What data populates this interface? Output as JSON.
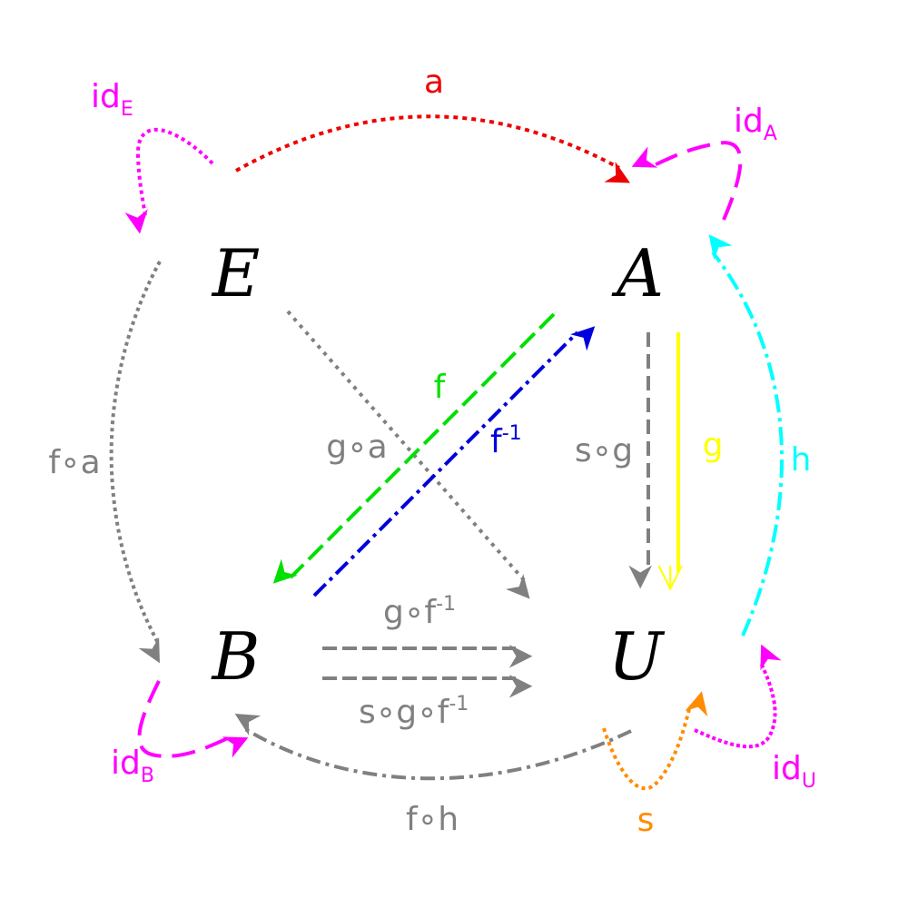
{
  "colors": {
    "gray": "#808080",
    "red": "#ee0000",
    "magenta": "#ff00ff",
    "green": "#00e000",
    "blue": "#0000dd",
    "yellow": "#ffff00",
    "cyan": "#00ffff",
    "orange": "#ff8c00"
  },
  "nodes": {
    "E": "E",
    "A": "A",
    "B": "B",
    "U": "U"
  },
  "labels": {
    "a": "a",
    "id_E": {
      "main": "id",
      "sub": "E"
    },
    "id_A": {
      "main": "id",
      "sub": "A"
    },
    "id_B": {
      "main": "id",
      "sub": "B"
    },
    "id_U": {
      "main": "id",
      "sub": "U"
    },
    "f_comp_a": "f∘a",
    "g_comp_a": "g∘a",
    "f": "f",
    "f_inverse": {
      "main": "f",
      "sup": "-1"
    },
    "s_comp_g": "s∘g",
    "g": "g",
    "h": "h",
    "g_comp_f_inv": {
      "main": "g∘f",
      "sup": "-1"
    },
    "s_comp_g_comp_f_inv": {
      "main": "s∘g∘f",
      "sup": "-1"
    },
    "f_comp_h": "f∘h",
    "s": "s"
  }
}
